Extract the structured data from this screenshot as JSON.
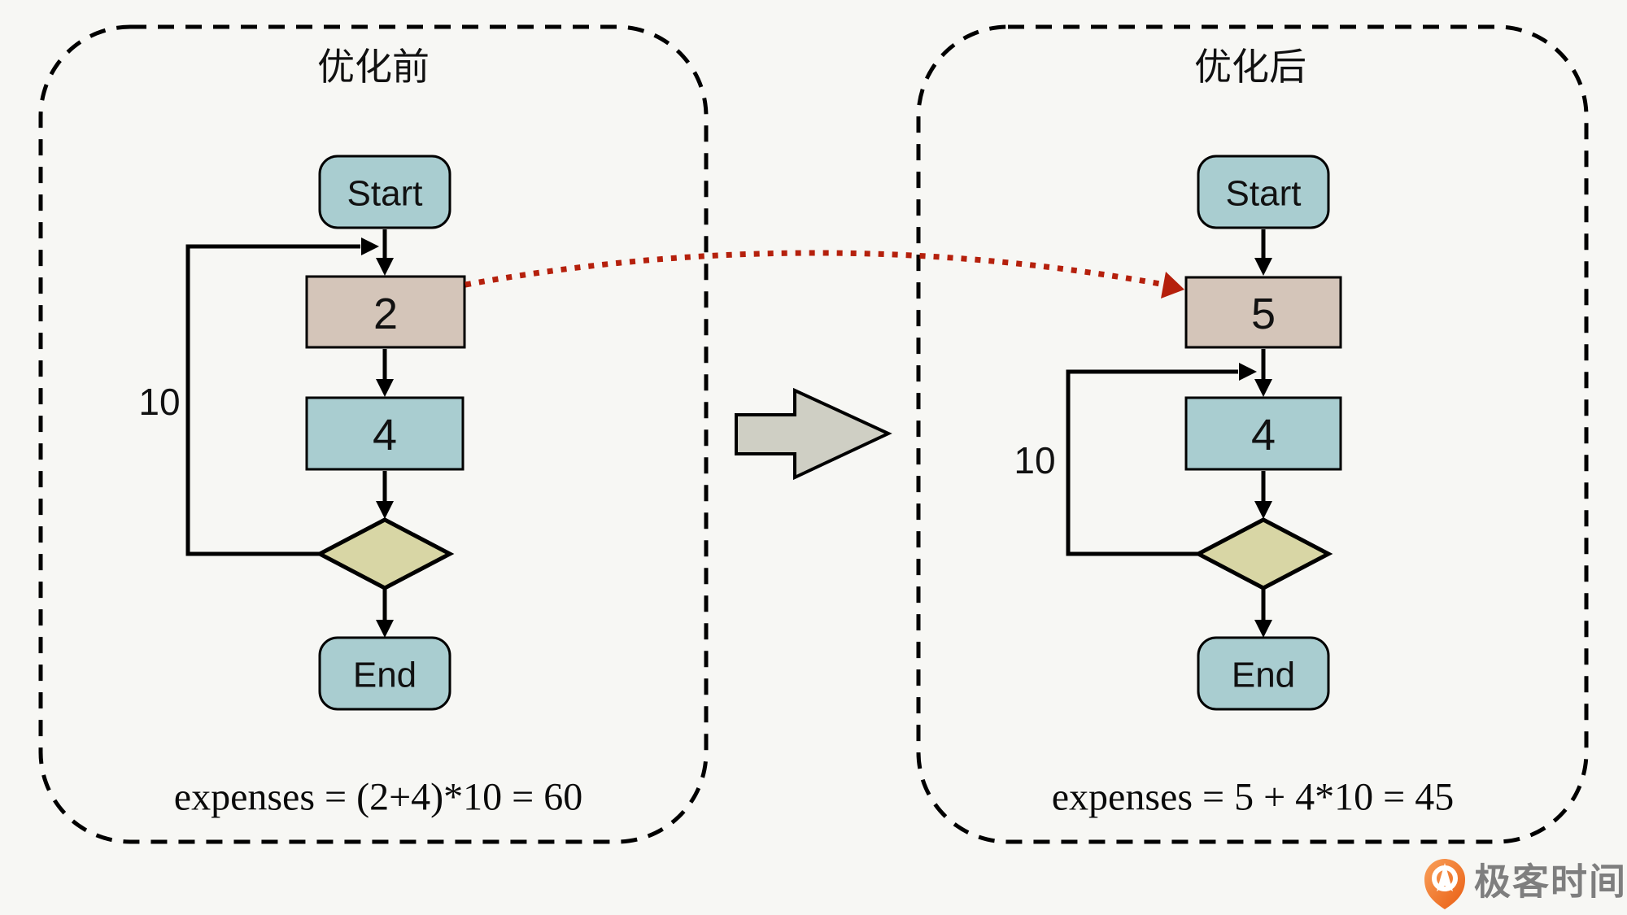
{
  "colors": {
    "background": "#f7f7f4",
    "node_teal": "#a9cdd0",
    "node_tan": "#d4c5b9",
    "diamond_khaki": "#d8d6a5",
    "transform_arrow_gray": "#cfcfc4",
    "highlight_red": "#b5200c",
    "line_black": "#000000"
  },
  "left_panel": {
    "title": "优化前",
    "start_label": "Start",
    "first_block_value": "2",
    "second_block_value": "4",
    "loop_count_label": "10",
    "end_label": "End",
    "formula": "expenses = (2+4)*10 = 60"
  },
  "right_panel": {
    "title": "优化后",
    "start_label": "Start",
    "first_block_value": "5",
    "second_block_value": "4",
    "loop_count_label": "10",
    "end_label": "End",
    "formula": "expenses = 5 + 4*10 = 45"
  },
  "brand": {
    "name": "极客时间"
  }
}
